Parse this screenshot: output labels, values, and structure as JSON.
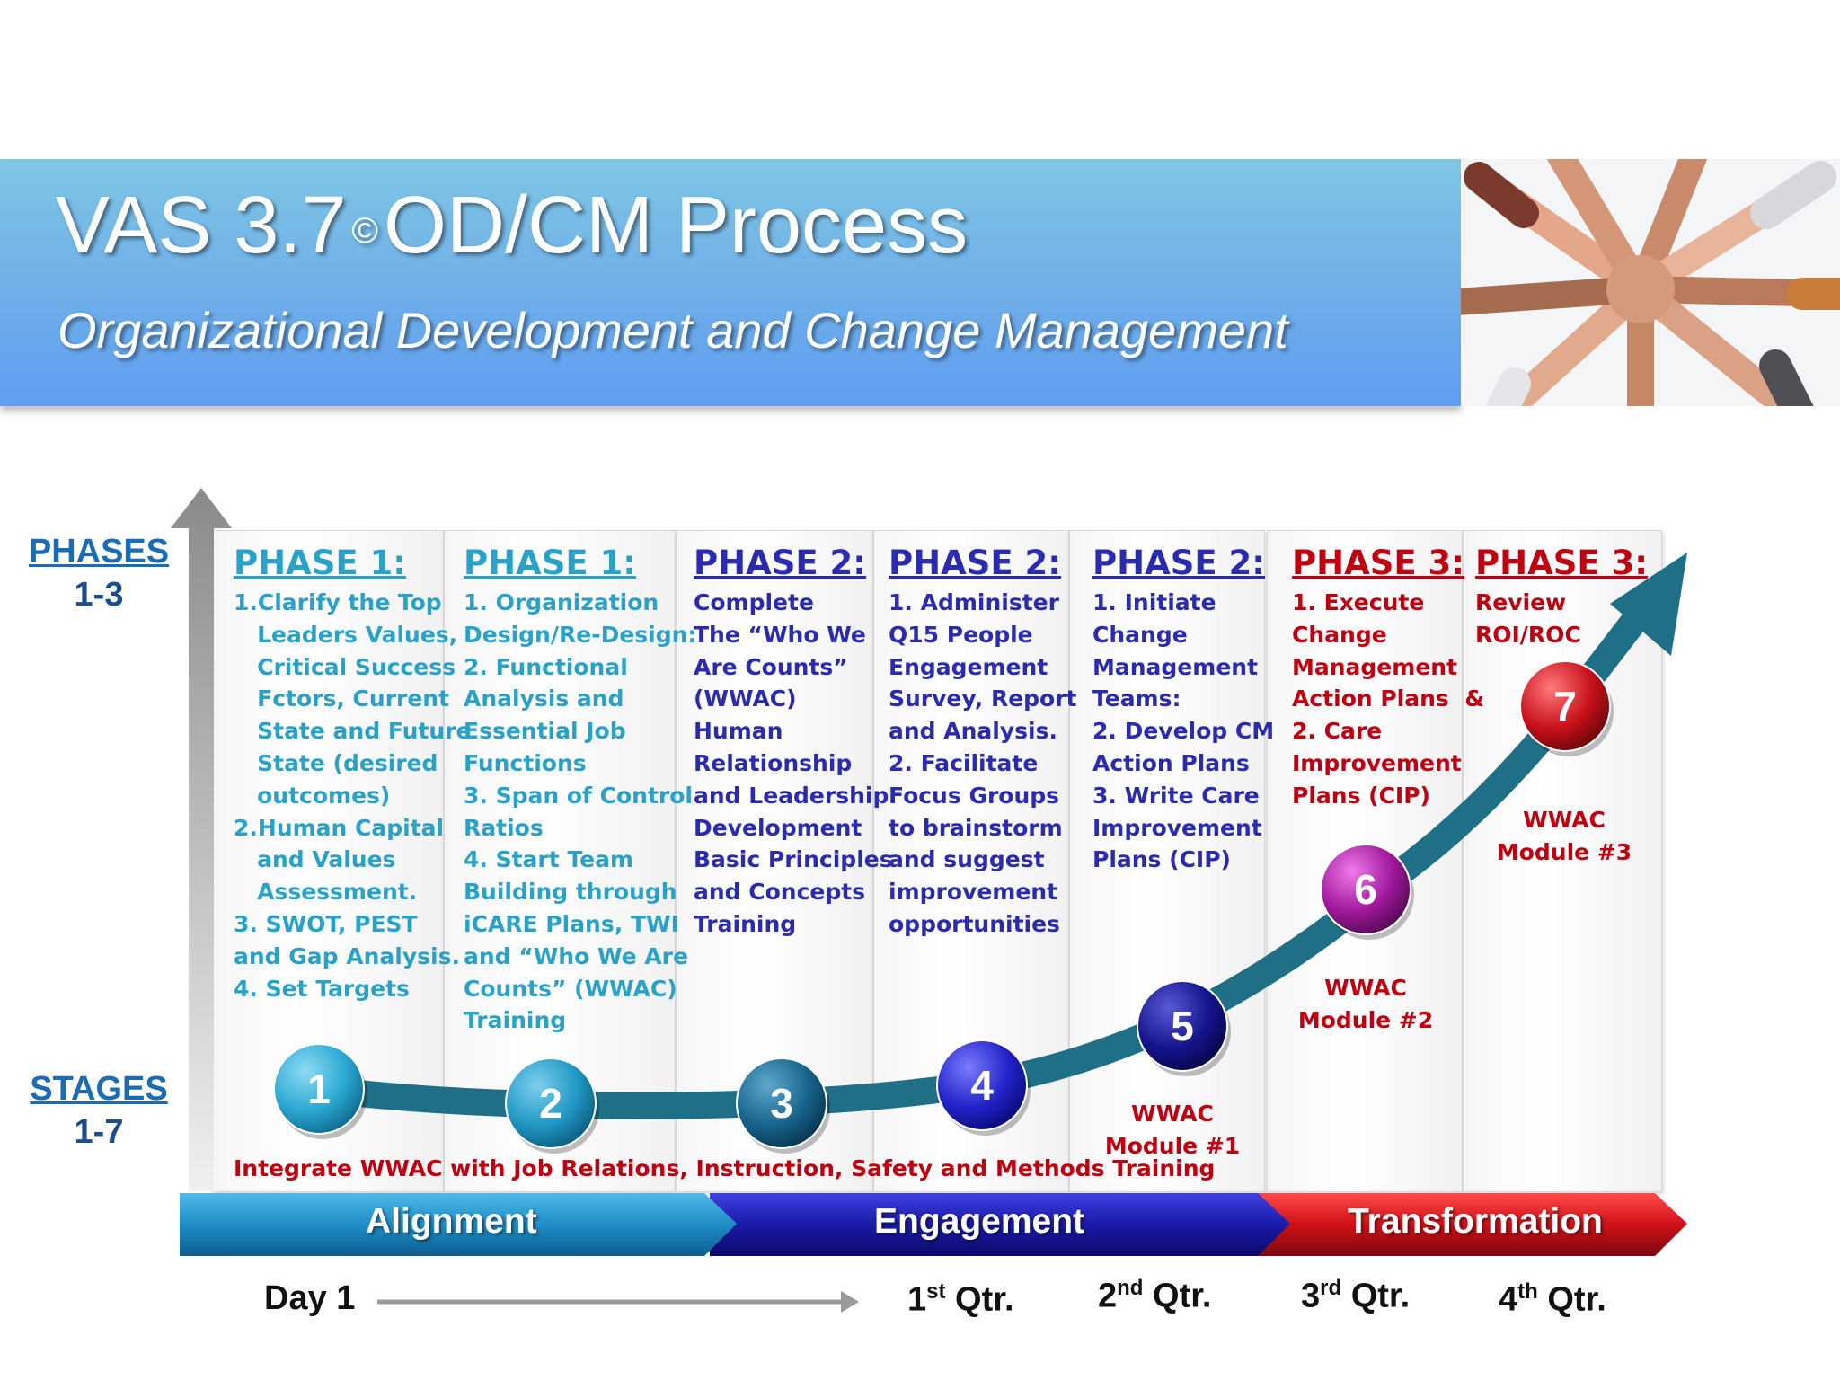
{
  "header": {
    "title_main": "VAS 3.7",
    "title_copyright": "©",
    "title_rest": "OD/CM Process",
    "subtitle": "Organizational Development and Change Management"
  },
  "axis": {
    "phases_label": "PHASES",
    "phases_range": "1-3",
    "stages_label": "STAGES",
    "stages_range": "1-7"
  },
  "columns": [
    {
      "heading": "PHASE 1:",
      "color": "#2aa2c8",
      "body": "1.Clarify the Top\n   Leaders Values,\n   Critical Success\n   Fctors, Current\n   State and Future\n   State (desired\n   outcomes)\n2.Human Capital\n   and Values\n   Assessment.\n3. SWOT, PEST\nand Gap Analysis.\n4. Set Targets"
    },
    {
      "heading": "PHASE 1:",
      "color": "#2aa2c8",
      "body": "1. Organization\nDesign/Re-Design:\n2. Functional\nAnalysis and\nEssential Job\nFunctions\n3. Span of Control\nRatios\n4. Start Team\nBuilding through\niCARE Plans, TWI\nand “Who We Are\nCounts” (WWAC)\nTraining"
    },
    {
      "heading": "PHASE 2:",
      "color": "#2a2bb0",
      "body": "Complete\nThe “Who We\nAre Counts”\n(WWAC)\nHuman\nRelationship\nand Leadership\nDevelopment\nBasic Principles\nand Concepts\nTraining"
    },
    {
      "heading": "PHASE 2:",
      "color": "#2a2bb0",
      "body": "1. Administer\nQ15 People\nEngagement\nSurvey, Report\nand Analysis.\n2. Facilitate\nFocus Groups\nto brainstorm\nand suggest\nimprovement\nopportunities"
    },
    {
      "heading": "PHASE 2:",
      "color": "#2a2bb0",
      "body": "1. Initiate\nChange\nManagement\nTeams:\n2. Develop CM\nAction Plans\n3. Write Care\nImprovement\nPlans (CIP)"
    },
    {
      "heading": "PHASE 3:",
      "color": "#c00010",
      "body": "1. Execute\nChange\nManagement\nAction Plans  &\n2. Care\nImprovement\nPlans (CIP)"
    },
    {
      "heading": "PHASE 3:",
      "color": "#c00010",
      "body": "Review\nROI/ROC"
    }
  ],
  "stages": [
    "1",
    "2",
    "3",
    "4",
    "5",
    "6",
    "7"
  ],
  "stage_colors": [
    "#2aa8d2",
    "#2198c4",
    "#17648c",
    "#2222c8",
    "#14148c",
    "#a0189c",
    "#c8101a"
  ],
  "modules": [
    "WWAC\nModule #1",
    "WWAC\nModule #2",
    "WWAC\nModule #3"
  ],
  "integrate_note": "Integrate WWAC with Job Relations, Instruction, Safety and Methods Training",
  "bands": [
    "Alignment",
    "Engagement",
    "Transformation"
  ],
  "timeline": {
    "day1": "Day 1",
    "q1_num": "1",
    "q1_sup": "st",
    "q1_rest": " Qtr.",
    "q2_num": "2",
    "q2_sup": "nd",
    "q2_rest": " Qtr.",
    "q3_num": "3",
    "q3_sup": "rd",
    "q3_rest": " Qtr.",
    "q4_num": "4",
    "q4_sup": "th",
    "q4_rest": " Qtr."
  }
}
